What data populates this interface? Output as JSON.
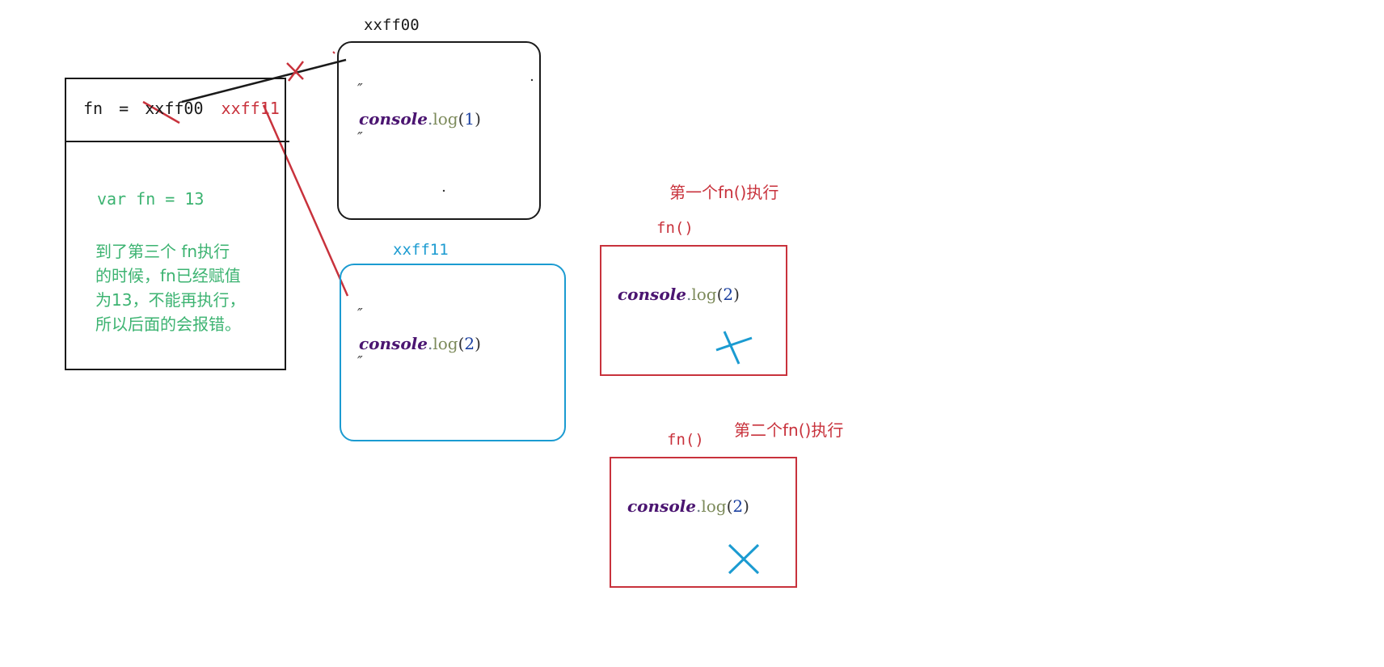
{
  "colors": {
    "black": "#1a1a1a",
    "red": "#c8323c",
    "blue": "#1b9bd1",
    "green": "#3cb371"
  },
  "variable_box": {
    "fn_name": "fn",
    "equals": "=",
    "old_address": "xxff00",
    "new_address": "xxff11",
    "reassign_code": "var fn = 13",
    "explanation_lines": [
      "到了第三个 fn执行",
      "的时候，fn已经赋值",
      "为13，不能再执行，",
      "所以后面的会报错。"
    ]
  },
  "heap_xxff00": {
    "address_label": "xxff00",
    "open_quote": "″",
    "close_quote": "″",
    "code_object": "console",
    "code_dot": ".",
    "code_method": "log",
    "code_open": "(",
    "code_arg": "1",
    "code_close": ")"
  },
  "heap_xxff11": {
    "address_label": "xxff11",
    "open_quote": "″",
    "close_quote": "″",
    "code_object": "console",
    "code_dot": ".",
    "code_method": "log",
    "code_open": "(",
    "code_arg": "2",
    "code_close": ")"
  },
  "exec_first": {
    "title": "第一个fn()执行",
    "call_label": "fn()",
    "code_object": "console",
    "code_dot": ".",
    "code_method": "log",
    "code_open": "(",
    "code_arg": "2",
    "code_close": ")"
  },
  "exec_second": {
    "title": "第二个fn()执行",
    "call_label": "fn()",
    "code_object": "console",
    "code_dot": ".",
    "code_method": "log",
    "code_open": "(",
    "code_arg": "2",
    "code_close": ")"
  }
}
